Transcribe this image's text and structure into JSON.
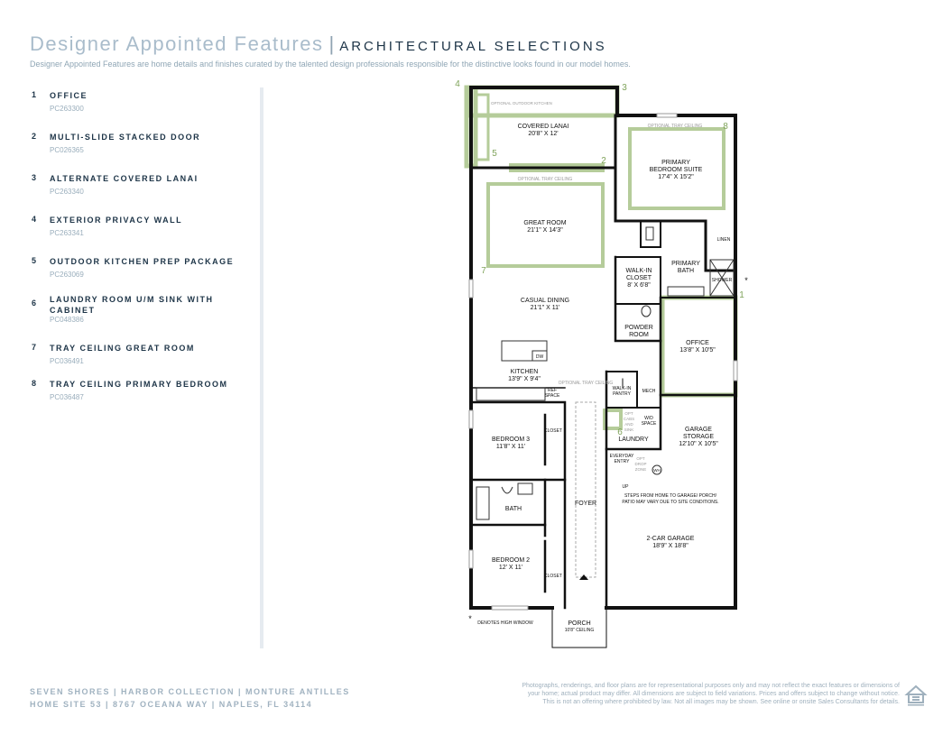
{
  "header": {
    "title": "Designer Appointed Features",
    "separator": "|",
    "subtitle_caps": "ARCHITECTURAL SELECTIONS",
    "description": "Designer Appointed Features are home details and finishes curated by the talented design professionals responsible for the distinctive looks found in our model homes."
  },
  "features": [
    {
      "num": "1",
      "title": "OFFICE",
      "code": "PC263300"
    },
    {
      "num": "2",
      "title": "MULTI-SLIDE STACKED DOOR",
      "code": "PC026365"
    },
    {
      "num": "3",
      "title": "ALTERNATE COVERED LANAI",
      "code": "PC263340"
    },
    {
      "num": "4",
      "title": "EXTERIOR PRIVACY WALL",
      "code": "PC263341"
    },
    {
      "num": "5",
      "title": "OUTDOOR KITCHEN PREP PACKAGE",
      "code": "PC263069"
    },
    {
      "num": "6",
      "title": "LAUNDRY ROOM U/M SINK WITH CABINET",
      "code": "PC048386"
    },
    {
      "num": "7",
      "title": "TRAY CEILING GREAT ROOM",
      "code": "PC036491"
    },
    {
      "num": "8",
      "title": "TRAY CEILING PRIMARY BEDROOM",
      "code": "PC036487"
    }
  ],
  "plan": {
    "covered_lanai": "COVERED LANAI",
    "covered_lanai_dim": "20'8\" X 12'",
    "optional_outdoor_kitchen": "OPTIONAL OUTDOOR KITCHEN",
    "optional_tray_ceiling": "OPTIONAL TRAY CEILING",
    "primary_suite_1": "PRIMARY",
    "primary_suite_2": "BEDROOM SUITE",
    "primary_suite_dim": "17'4\" X 15'2\"",
    "great_room": "GREAT ROOM",
    "great_room_dim": "21'1\" X 14'3\"",
    "linen": "LINEN",
    "primary_bath_1": "PRIMARY",
    "primary_bath_2": "BATH",
    "walk_in_closet_1": "WALK-IN",
    "walk_in_closet_2": "CLOSET",
    "walk_in_closet_dim": "8' X 6'8\"",
    "shower": "SHOWER",
    "casual_dining": "CASUAL DINING",
    "casual_dining_dim": "21'1\" X 11'",
    "powder_room_1": "POWDER",
    "powder_room_2": "ROOM",
    "office": "OFFICE",
    "office_dim": "13'8\" X 10'5\"",
    "dw": "DW",
    "kitchen": "KITCHEN",
    "kitchen_dim": "13'9\" X 9'4\"",
    "ref_space_1": "REF",
    "ref_space_2": "SPACE",
    "walk_in_pantry_1": "WALK-IN",
    "walk_in_pantry_2": "PANTRY",
    "mech": "MECH",
    "opt_cabs_1": "OPT",
    "opt_cabs_2": "CABS",
    "opt_cabs_3": "AND",
    "opt_cabs_4": "SINK",
    "wd_space_1": "W/D",
    "wd_space_2": "SPACE",
    "laundry": "LAUNDRY",
    "garage_storage_1": "GARAGE",
    "garage_storage_2": "STORAGE",
    "garage_storage_dim": "12'10\" X 10'5\"",
    "bedroom3": "BEDROOM 3",
    "bedroom3_dim": "11'8\" X 11'",
    "closet": "CLOSET",
    "everyday_entry_1": "EVERYDAY",
    "everyday_entry_2": "ENTRY",
    "opt_drop_zone_1": "OPT",
    "opt_drop_zone_2": "DROP",
    "opt_drop_zone_3": "ZONE",
    "wh": "WH",
    "up": "UP",
    "steps_note_1": "STEPS FROM HOME TO GARAGE/ PORCH/",
    "steps_note_2": "PATIO MAY VARY DUE TO SITE CONDITIONS.",
    "bath": "BATH",
    "foyer": "FOYER",
    "two_car_garage": "2-CAR GARAGE",
    "two_car_garage_dim": "18'9\" X 18'8\"",
    "bedroom2": "BEDROOM 2",
    "bedroom2_dim": "12' X 11'",
    "porch": "PORCH",
    "porch_ceiling": "10'8\" CEILING",
    "high_window_note": "DENOTES HIGH WINDOW",
    "asterisk": "*",
    "callouts": [
      "1",
      "2",
      "3",
      "4",
      "5",
      "6",
      "7",
      "8"
    ]
  },
  "footer": {
    "line1": "SEVEN SHORES | HARBOR COLLECTION | MONTURE ANTILLES",
    "line2": "HOME SITE 53 | 8767 OCEANA WAY | NAPLES, FL 34114",
    "disclaimer_1": "Photographs, renderings, and floor plans are for representational purposes only and may not reflect the exact features or dimensions of",
    "disclaimer_2": "your home; actual product may differ. All dimensions are subject to field variations. Prices and offers subject to change without notice.",
    "disclaimer_3": "This is not an offering where prohibited by law. Not all images may be shown. See online or onsite Sales Consultants for details.",
    "eho_icon": "equal-housing-opportunity-icon"
  },
  "colors": {
    "navy": "#1d3447",
    "title_light": "#a9bccb",
    "highlight_green": "#b5cc9a",
    "callout_green": "#7fa35a"
  }
}
